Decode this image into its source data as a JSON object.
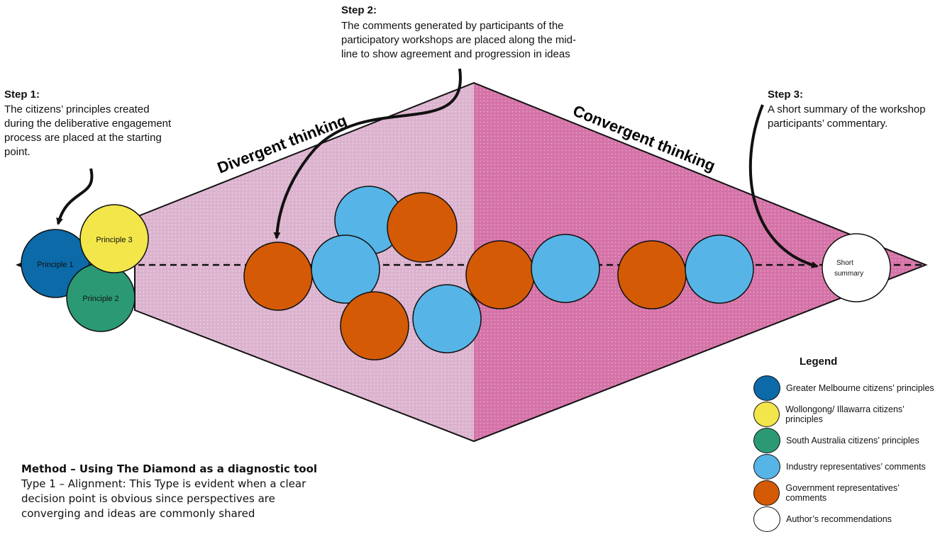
{
  "steps": [
    {
      "title": "Step 1:",
      "lines": [
        "The citizens’ principles created",
        "during the deliberative engagement",
        "process are placed at the starting",
        "point."
      ]
    },
    {
      "title": "Step 2:",
      "lines": [
        "The comments generated by participants of the",
        "participatory workshops are placed along the mid-",
        "line to show agreement and progression in ideas"
      ]
    },
    {
      "title": "Step 3:",
      "lines": [
        "A short summary of the workshop",
        "participants’ commentary."
      ]
    }
  ],
  "diamond": {
    "left_label": "Divergent thinking",
    "right_label": "Convergent thinking",
    "left_fill": "#dcb3cf",
    "right_fill": "#d573a8"
  },
  "principles": [
    {
      "label": "Principle 1",
      "color": "#0c6aa8"
    },
    {
      "label": "Principle 3",
      "color": "#f2e64b"
    },
    {
      "label": "Principle 2",
      "color": "#2b9a74"
    }
  ],
  "summary": {
    "lines": [
      "Short",
      "summary"
    ],
    "color": "#ffffff"
  },
  "comment_colors": {
    "industry": "#57b4e6",
    "government": "#d45a06"
  },
  "method": {
    "title": "Method – Using The Diamond as a diagnostic tool",
    "lines": [
      "Type 1 – Alignment: This Type is evident when a clear",
      "decision point is obvious since perspectives are",
      "converging and ideas are commonly shared"
    ]
  },
  "legend": {
    "title": "Legend",
    "items": [
      {
        "label": "Greater Melbourne citizens’ principles",
        "color": "#0c6aa8"
      },
      {
        "label": "Wollongong/ Illawarra citizens’ principles",
        "color": "#f2e64b"
      },
      {
        "label": "South Australia citizens’ principles",
        "color": "#2b9a74"
      },
      {
        "label": "Industry representatives’ comments",
        "color": "#57b4e6"
      },
      {
        "label": "Government representatives’ comments",
        "color": "#d45a06"
      },
      {
        "label": "Author’s recommendations",
        "color": "#ffffff"
      }
    ]
  }
}
